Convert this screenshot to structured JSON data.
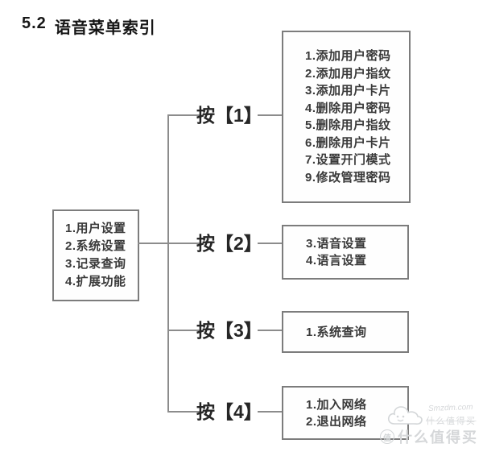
{
  "title": {
    "number": "5.2",
    "text": "语音菜单索引"
  },
  "root_box": {
    "items": [
      "1.用户设置",
      "2.系统设置",
      "3.记录查询",
      "4.扩展功能"
    ]
  },
  "branches": [
    {
      "label": "按【1】",
      "items": [
        "1.添加用户密码",
        "2.添加用户指纹",
        "3.添加用户卡片",
        "4.删除用户密码",
        "5.删除用户指纹",
        "6.删除用户卡片",
        "7.设置开门模式",
        "9.修改管理密码"
      ]
    },
    {
      "label": "按【2】",
      "items": [
        "3.语音设置",
        "4.语言设置"
      ]
    },
    {
      "label": "按【3】",
      "items": [
        "1.系统查询"
      ]
    },
    {
      "label": "按【4】",
      "items": [
        "1.加入网络",
        "2.退出网络"
      ]
    }
  ],
  "watermark": {
    "cloud_icon": "cloud-mascot-icon",
    "script_text": "Smzdm.com",
    "small_text": "什么值得买",
    "coin_char": "值",
    "site_name": "什么值得买"
  },
  "colors": {
    "background": "#ffffff",
    "box_border": "#7c7c7c",
    "connector_line": "#8c8c8c",
    "box_text": "#3a3a3a",
    "title_text": "#161616",
    "watermark": "#d3d6d8"
  }
}
